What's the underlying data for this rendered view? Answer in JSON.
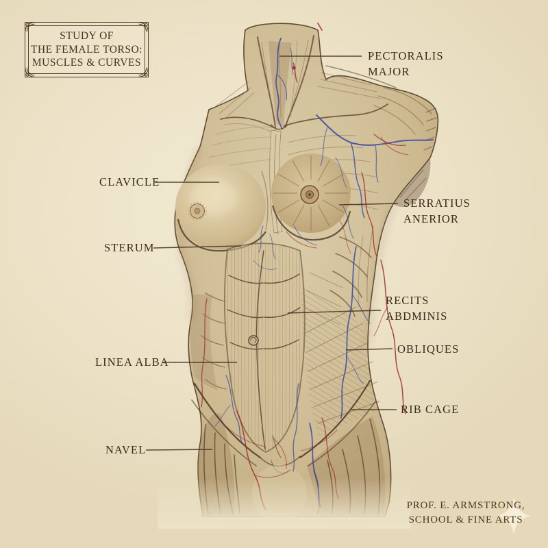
{
  "plate": {
    "title": "STUDY OF\nTHE FEMALE TORSO:\nMUSCLES & CURVES"
  },
  "labels": {
    "pectoralis_major": "PECTORALIS\nMAJOR",
    "clavicle": "CLAVICLE",
    "serratus_anterior": "SERRATIUS\nANERIOR",
    "sternum": "STERUM",
    "rectus_abdominis": "RECITS\nABDMINIS",
    "obliques": "OBLIQUES",
    "linea_alba": "LINEA ALBA",
    "rib_cage": "RIB CAGE",
    "navel": "NAVEL"
  },
  "credit": "PROF. E. ARMSTRONG,\nSCHOOL & FINE ARTS",
  "colors": {
    "background": "#ece2c7",
    "ink": "#3a2b1a",
    "leader_line": "#4a3826",
    "border": "#4b3a24",
    "skin_light": "#dbcda9",
    "skin_dark": "#b49c72",
    "contour": "#54402b",
    "vein_blue": "#3847a5",
    "artery_red": "#9e2b26",
    "sparkle": "#f8f0da"
  },
  "icons": {
    "sparkle": "four-pointed-sparkle",
    "corner_ornament": "engraved-corner-flourish"
  }
}
